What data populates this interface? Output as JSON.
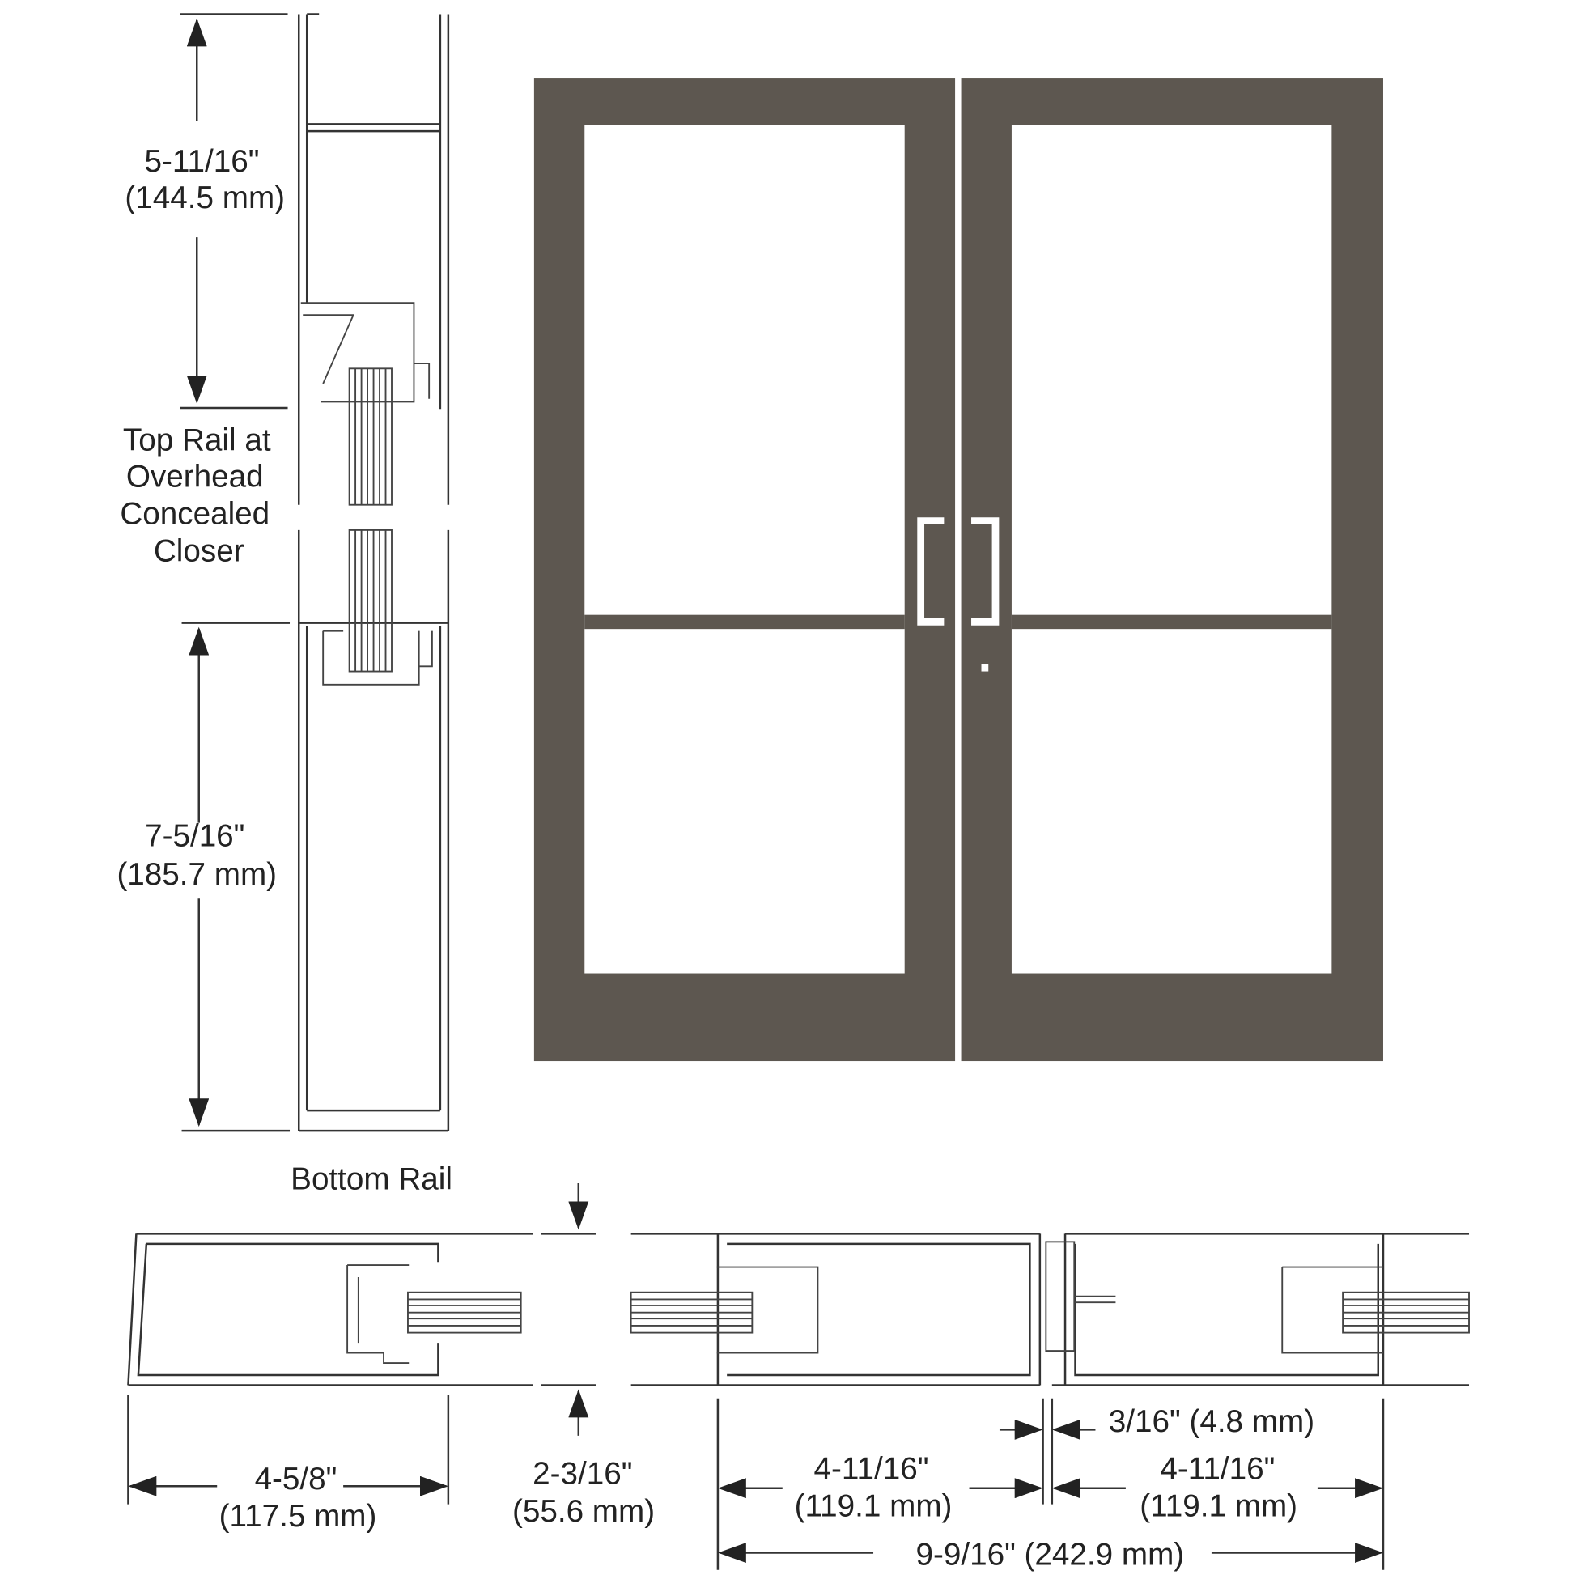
{
  "colors": {
    "door_frame": "#5d5750",
    "glass": "#ffffff",
    "line": "#333333"
  },
  "top_rail": {
    "dim_in": "5-11/16\"",
    "dim_mm": "(144.5 mm)",
    "label": [
      "Top Rail at",
      "Overhead",
      "Concealed",
      "Closer"
    ]
  },
  "bottom_rail": {
    "dim_in": "7-5/16\"",
    "dim_mm": "(185.7 mm)",
    "label": "Bottom Rail"
  },
  "stile_plan": {
    "left_width_in": "4-5/8\"",
    "left_width_mm": "(117.5 mm)",
    "depth_in": "2-3/16\"",
    "depth_mm": "(55.6 mm)",
    "stile1_in": "4-11/16\"",
    "stile1_mm": "(119.1 mm)",
    "gap": "3/16\" (4.8 mm)",
    "stile2_in": "4-11/16\"",
    "stile2_mm": "(119.1 mm)",
    "total": "9-9/16\" (242.9 mm)"
  }
}
